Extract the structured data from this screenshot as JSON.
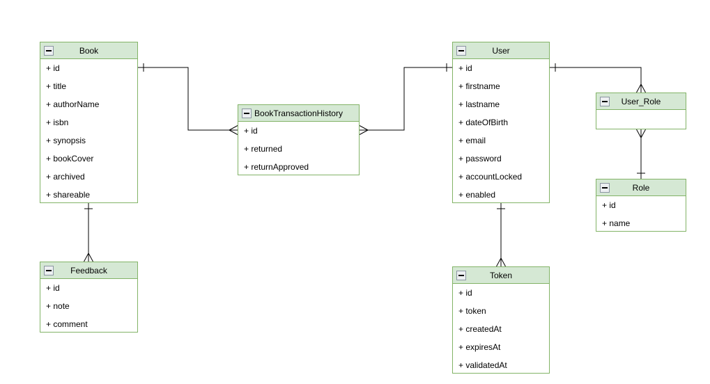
{
  "diagram": {
    "type": "entity-relationship-diagram",
    "colors": {
      "header_fill": "#d5e8d4",
      "border": "#82b366",
      "body_fill": "#ffffff",
      "connector": "#000000",
      "text": "#000000"
    },
    "header_icon": "collapse-minus-square"
  },
  "entities": [
    {
      "name": "Book",
      "fields": [
        "+ id",
        "+ title",
        "+ authorName",
        "+ isbn",
        "+ synopsis",
        "+ bookCover",
        "+ archived",
        "+ shareable"
      ]
    },
    {
      "name": "BookTransactionHistory",
      "fields": [
        "+ id",
        "+ returned",
        "+ returnApproved"
      ]
    },
    {
      "name": "User",
      "fields": [
        "+ id",
        "+ firstname",
        "+ lastname",
        "+ dateOfBirth",
        "+ email",
        "+ password",
        "+ accountLocked",
        "+ enabled"
      ]
    },
    {
      "name": "User_Role",
      "fields": []
    },
    {
      "name": "Role",
      "fields": [
        "+ id",
        "+ name"
      ]
    },
    {
      "name": "Feedback",
      "fields": [
        "+ id",
        "+ note",
        "+ comment"
      ]
    },
    {
      "name": "Token",
      "fields": [
        "+ id",
        "+ token",
        "+ createdAt",
        "+ expiresAt",
        "+ validatedAt"
      ]
    }
  ],
  "relations": [
    {
      "from": "Book",
      "to": "BookTransactionHistory",
      "from_cardinality": "one",
      "to_cardinality": "many"
    },
    {
      "from": "BookTransactionHistory",
      "to": "User",
      "from_cardinality": "many",
      "to_cardinality": "one"
    },
    {
      "from": "User",
      "to": "User_Role",
      "from_cardinality": "one",
      "to_cardinality": "many"
    },
    {
      "from": "User_Role",
      "to": "Role",
      "from_cardinality": "many",
      "to_cardinality": "one"
    },
    {
      "from": "Book",
      "to": "Feedback",
      "from_cardinality": "one",
      "to_cardinality": "many"
    },
    {
      "from": "User",
      "to": "Token",
      "from_cardinality": "one",
      "to_cardinality": "many"
    }
  ]
}
